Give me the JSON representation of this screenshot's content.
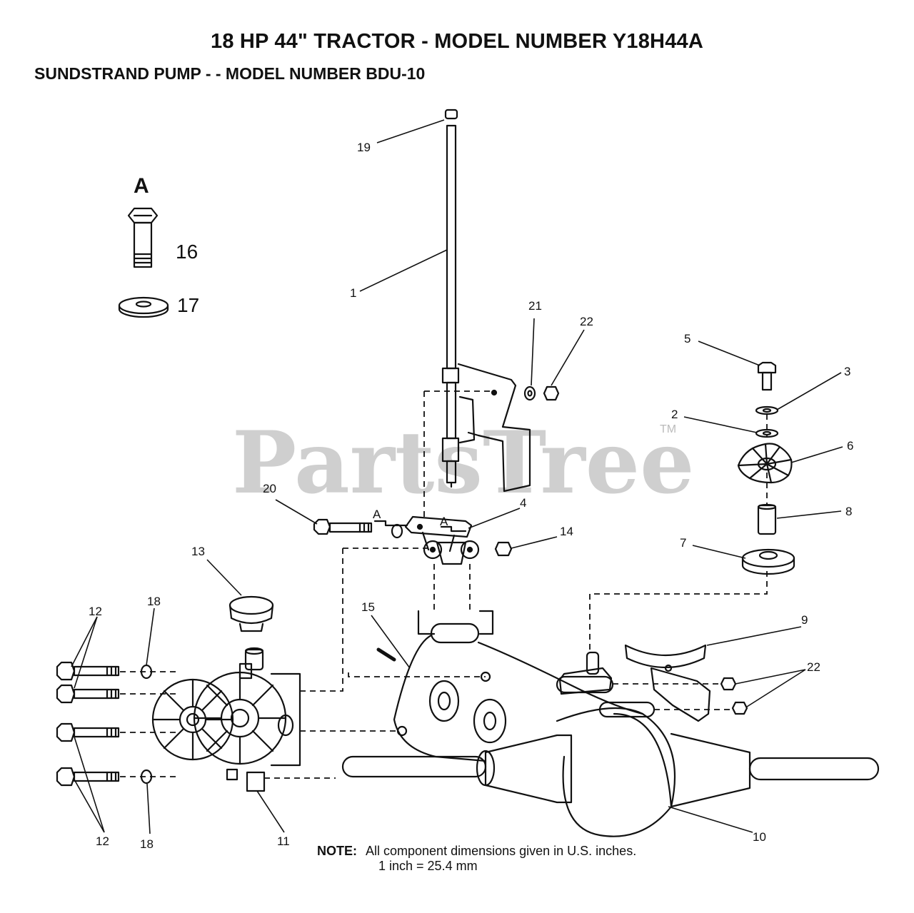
{
  "header": {
    "title": "18 HP 44\" TRACTOR - MODEL NUMBER Y18H44A",
    "subtitle": "SUNDSTRAND PUMP - - MODEL NUMBER BDU-10"
  },
  "watermark": {
    "text": "PartsTree",
    "tm": "TM"
  },
  "detail_a": {
    "letter": "A",
    "bolt_label": "16",
    "washer_label": "17"
  },
  "callouts": {
    "c1": "1",
    "c2": "2",
    "c3": "3",
    "c4": "4",
    "c5": "5",
    "c6": "6",
    "c7": "7",
    "c8": "8",
    "c9": "9",
    "c10": "10",
    "c11": "11",
    "c12a": "12",
    "c12b": "12",
    "c13": "13",
    "c14": "14",
    "c15": "15",
    "c18a": "18",
    "c18b": "18",
    "c19": "19",
    "c20": "20",
    "c21": "21",
    "c22a": "22",
    "c22b": "22",
    "secA1": "A",
    "secA2": "A"
  },
  "note": {
    "label": "NOTE:",
    "line1": "All component dimensions given in U.S. inches.",
    "line2": "1 inch = 25.4 mm"
  },
  "colors": {
    "ink": "#111111",
    "watermark": "#cfcfcf"
  }
}
